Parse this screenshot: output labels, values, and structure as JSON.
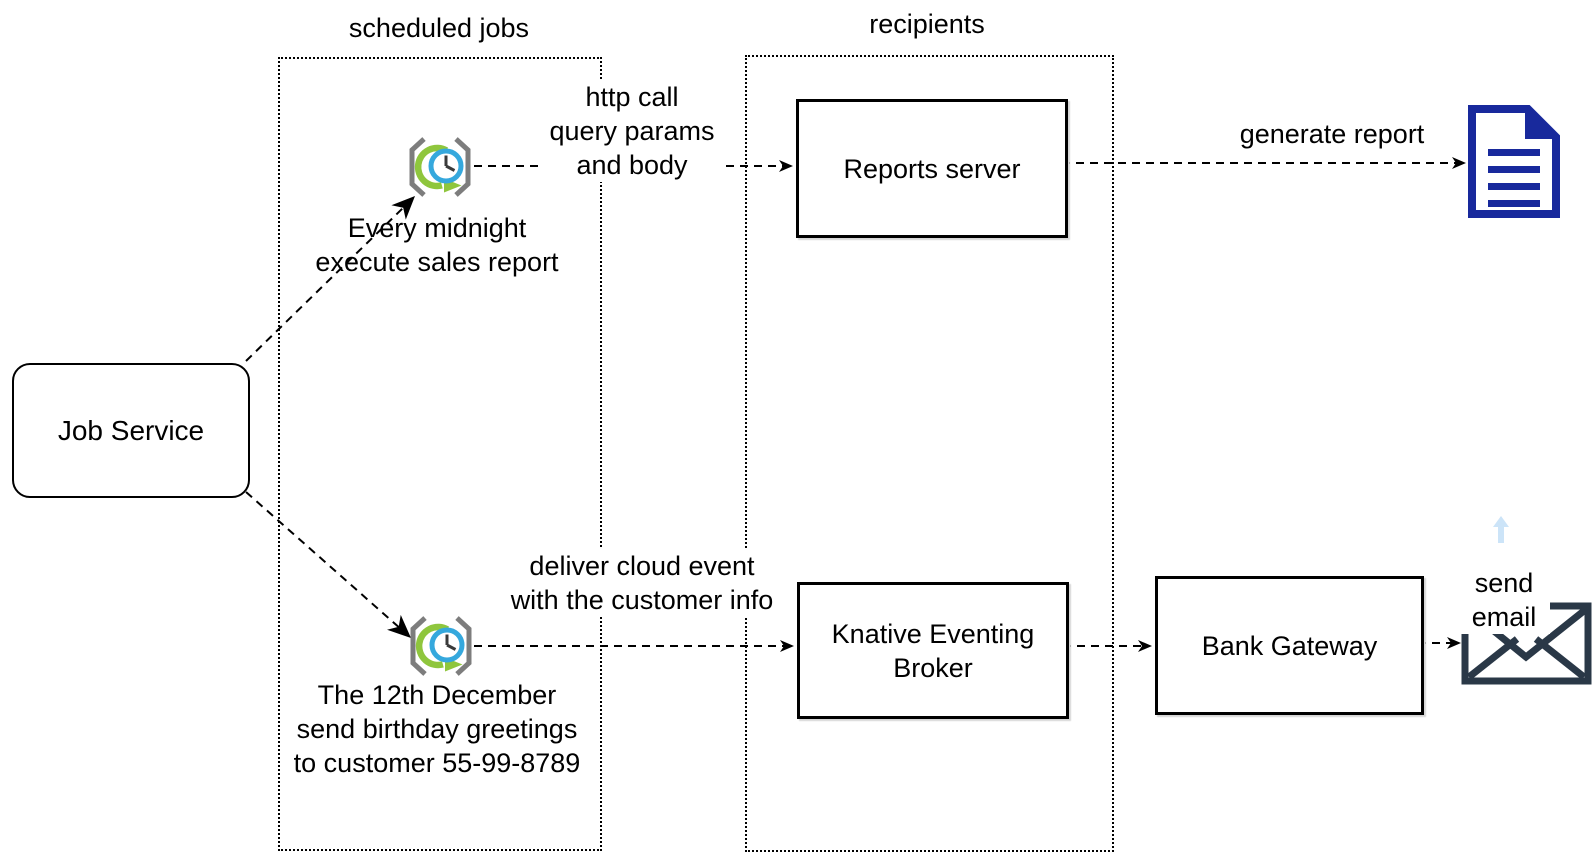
{
  "nodes": {
    "job_service": "Job Service",
    "reports_server": "Reports server",
    "knative_broker": "Knative Eventing\nBroker",
    "bank_gateway": "Bank Gateway"
  },
  "groups": {
    "scheduled_jobs": "scheduled jobs",
    "recipients": "recipients"
  },
  "timers": {
    "sales_report": "Every midnight\nexecute sales report",
    "birthday_greeting": "The 12th December\nsend birthday greetings\nto customer 55-99-8789"
  },
  "edge_labels": {
    "http_call": "http call\nquery params\nand body",
    "cloud_event": "deliver cloud event\nwith the customer info",
    "generate_report": "generate report",
    "send_email": "send email"
  },
  "icons": {
    "timer": "timer-refresh-clock-icon",
    "document": "report-document-icon",
    "envelope": "email-envelope-icon",
    "up_arrow": "faint-up-arrow-watermark"
  },
  "colors": {
    "timer_green": "#8fc63d",
    "timer_blue": "#35a8dd",
    "bracket_gray": "#7d7d7d",
    "clock_hands": "#3a3a3a",
    "document_blue": "#18299c",
    "envelope_dark": "#2a3847",
    "faint_blue": "#cce4f8",
    "line_black": "#000000"
  }
}
